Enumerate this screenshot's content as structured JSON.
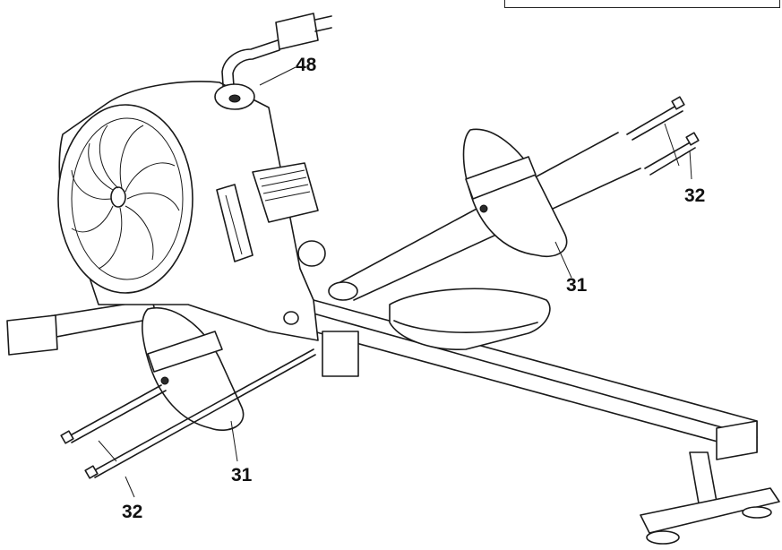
{
  "diagram": {
    "callouts": [
      {
        "id": "callout-48",
        "text": "48"
      },
      {
        "id": "callout-32-right",
        "text": "32"
      },
      {
        "id": "callout-31-right",
        "text": "31"
      },
      {
        "id": "callout-31-left",
        "text": "31"
      },
      {
        "id": "callout-32-left",
        "text": "32"
      }
    ]
  }
}
